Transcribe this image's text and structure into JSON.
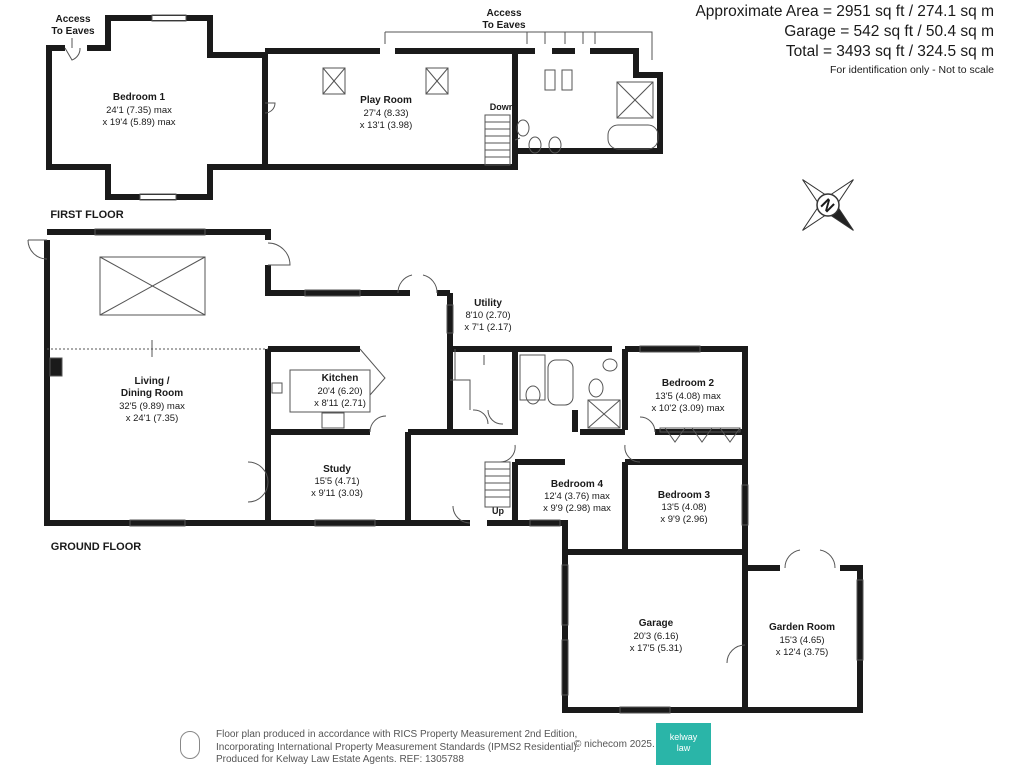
{
  "area": {
    "approx": "Approximate Area = 2951 sq ft / 274.1 sq m",
    "garage": "Garage = 542 sq ft / 50.4 sq m",
    "total": "Total = 3493 sq ft / 324.5 sq m",
    "note": "For identification only - Not to scale"
  },
  "floors": {
    "first": "FIRST FLOOR",
    "ground": "GROUND FLOOR"
  },
  "eaves": {
    "left": [
      "Access",
      "To Eaves"
    ],
    "right": [
      "Access",
      "To Eaves"
    ]
  },
  "stairs": {
    "down": "Down",
    "up": "Up"
  },
  "rooms": {
    "bedroom1": {
      "name": "Bedroom 1",
      "dims": [
        "24'1 (7.35) max",
        "x 19'4 (5.89) max"
      ]
    },
    "playroom": {
      "name": "Play Room",
      "dims": [
        "27'4 (8.33)",
        "x 13'1 (3.98)"
      ]
    },
    "living": {
      "name": [
        "Living /",
        "Dining Room"
      ],
      "dims": [
        "32'5 (9.89) max",
        "x 24'1 (7.35)"
      ]
    },
    "kitchen": {
      "name": "Kitchen",
      "dims": [
        "20'4 (6.20)",
        "x 8'11 (2.71)"
      ]
    },
    "utility": {
      "name": "Utility",
      "dims": [
        "8'10 (2.70)",
        "x 7'1 (2.17)"
      ]
    },
    "bedroom2": {
      "name": "Bedroom 2",
      "dims": [
        "13'5 (4.08) max",
        "x 10'2 (3.09) max"
      ]
    },
    "study": {
      "name": "Study",
      "dims": [
        "15'5 (4.71)",
        "x 9'11 (3.03)"
      ]
    },
    "bedroom4": {
      "name": "Bedroom 4",
      "dims": [
        "12'4 (3.76) max",
        "x 9'9 (2.98) max"
      ]
    },
    "bedroom3": {
      "name": "Bedroom 3",
      "dims": [
        "13'5 (4.08)",
        "x 9'9 (2.96)"
      ]
    },
    "garage": {
      "name": "Garage",
      "dims": [
        "20'3 (6.16)",
        "x 17'5 (5.31)"
      ]
    },
    "gardenroom": {
      "name": "Garden Room",
      "dims": [
        "15'3 (4.65)",
        "x 12'4 (3.75)"
      ]
    }
  },
  "compass": {
    "letter": "N"
  },
  "footer": {
    "lines": [
      "Floor plan produced in accordance with RICS Property Measurement 2nd Edition,",
      "Incorporating International Property Measurement Standards (IPMS2 Residential).",
      "Produced for Kelway Law Estate Agents.   REF:  1305788"
    ],
    "copyright": "© nichecom 2025.",
    "logo": [
      "kelway",
      "law"
    ]
  },
  "colors": {
    "wall": "#1a1a1a",
    "line": "#333333",
    "logo": "#2ab5a8"
  }
}
